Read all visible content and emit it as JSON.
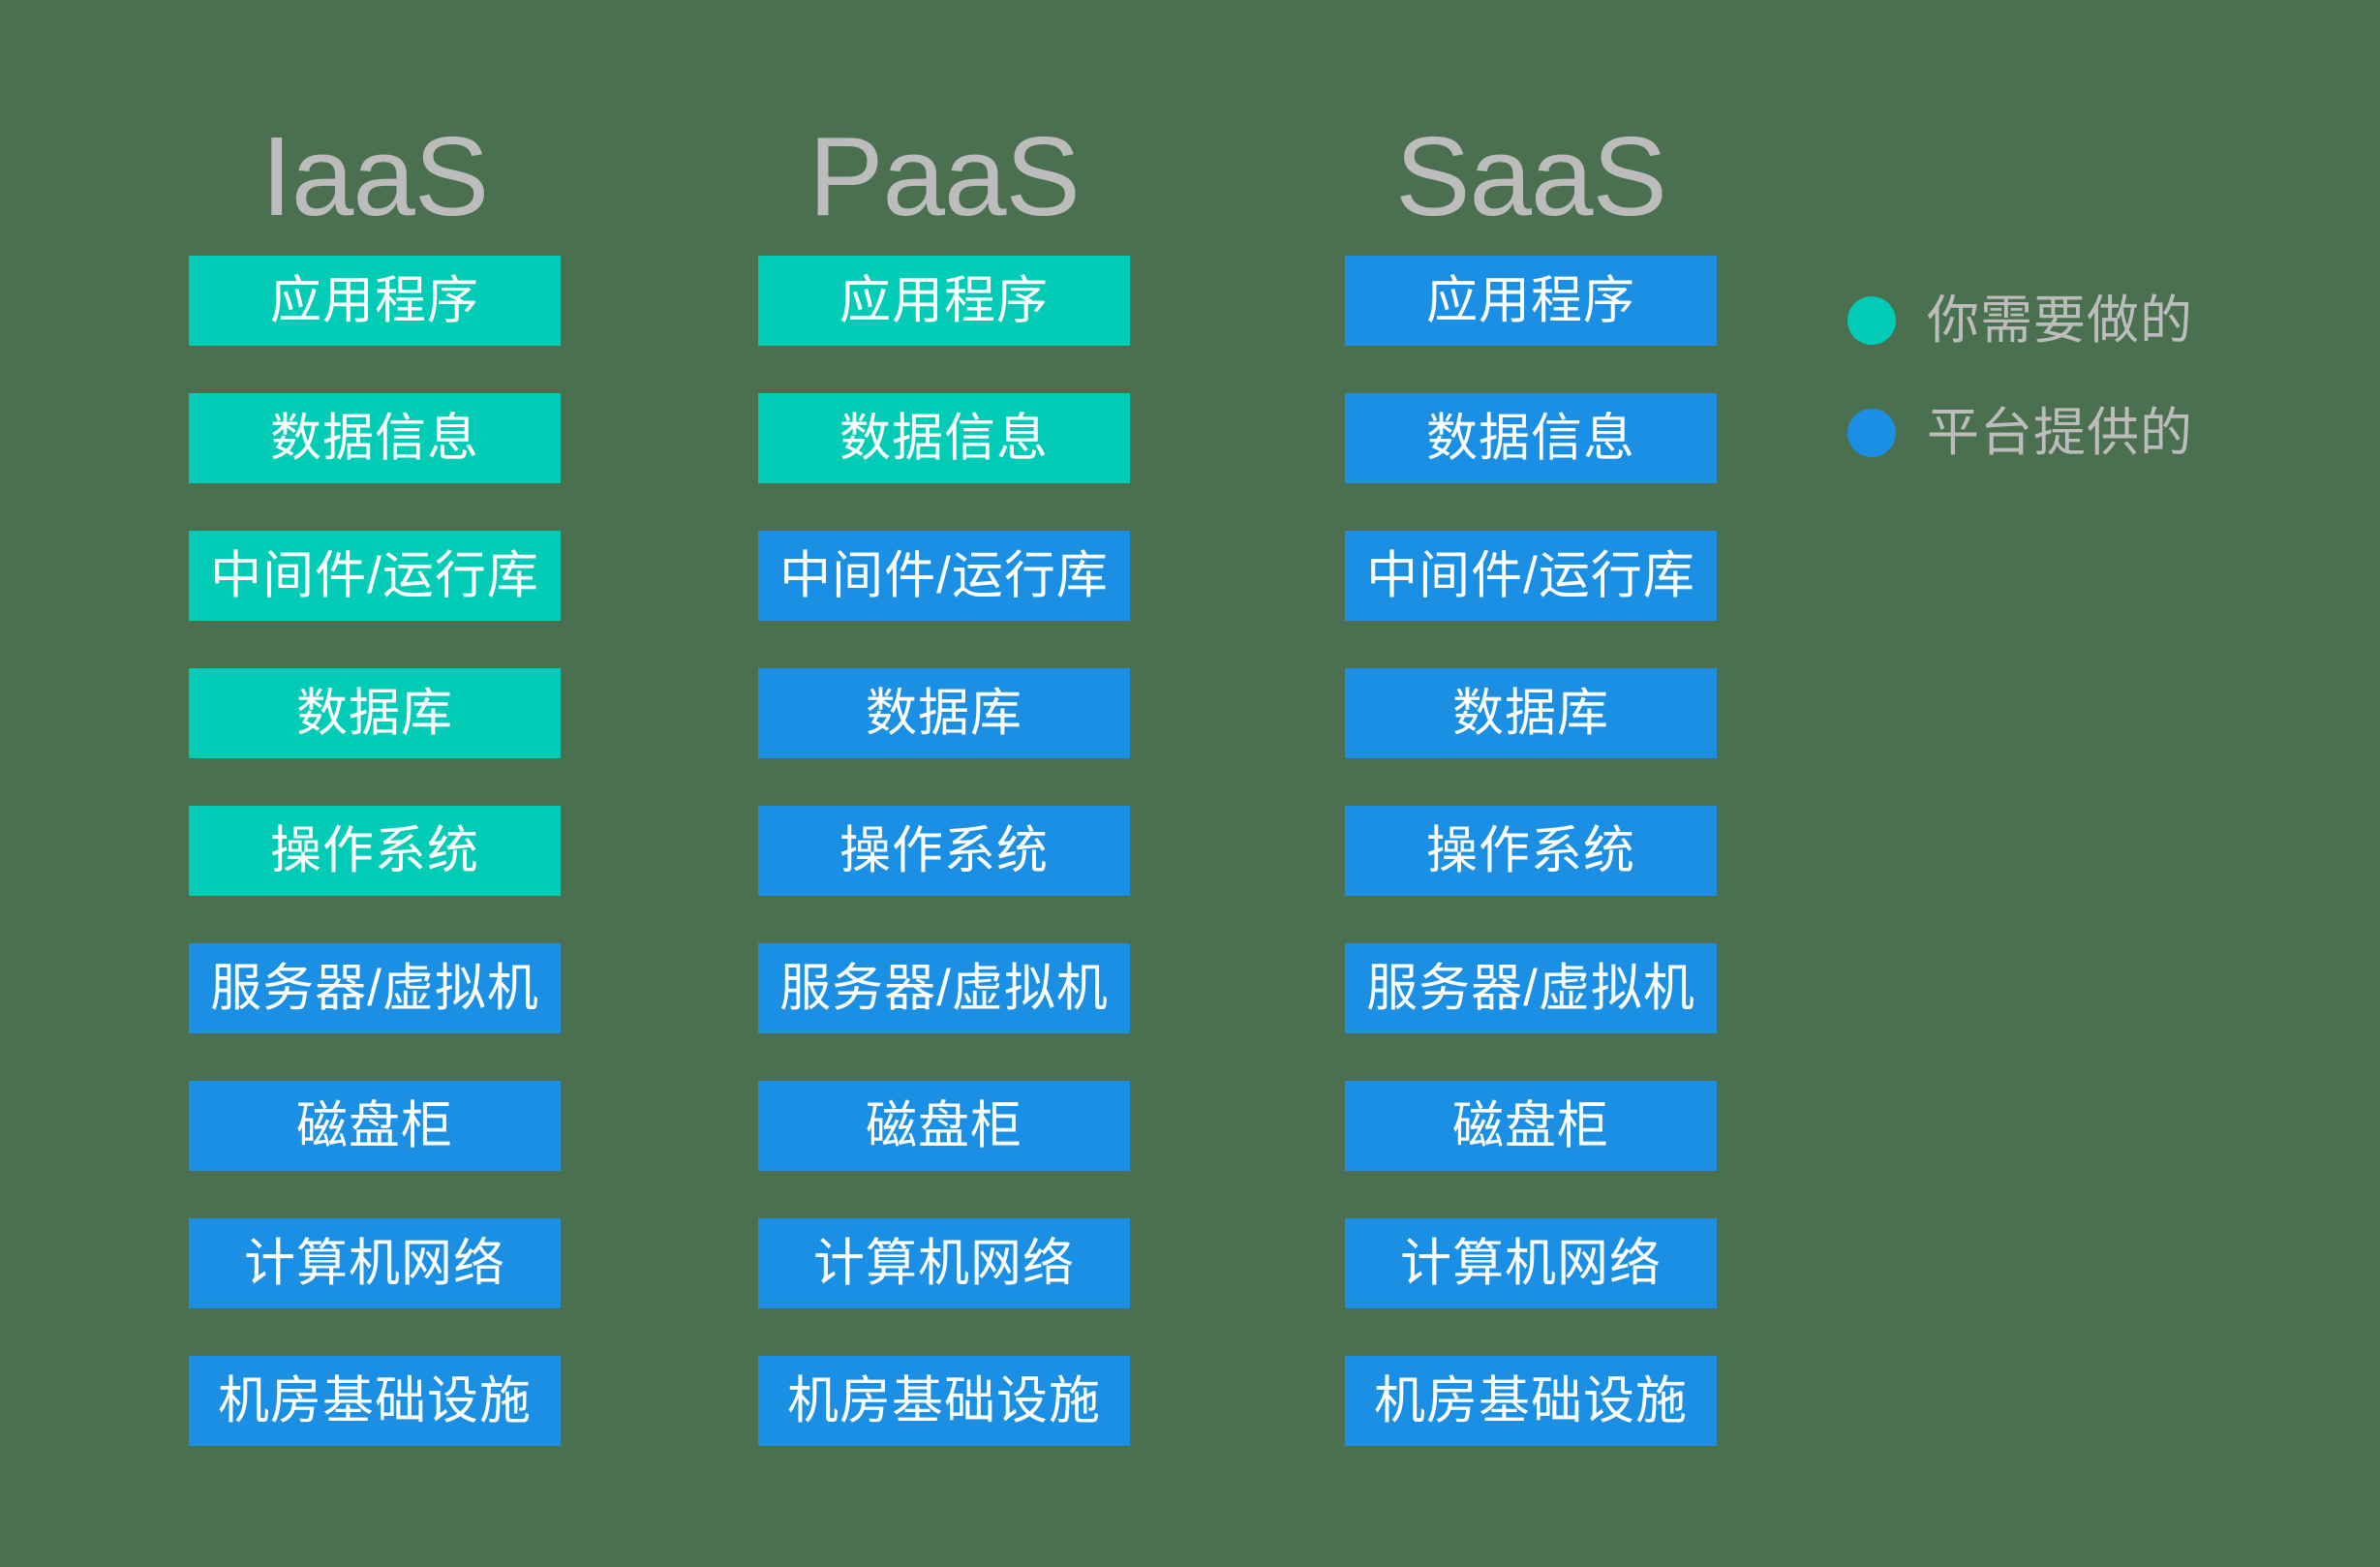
{
  "colors": {
    "background": "#4a7050",
    "customer_managed": "#03ccb6",
    "platform_provided": "#1a8fe3",
    "header_text": "#bcbcbc",
    "layer_text": "#ffffff"
  },
  "columns": [
    {
      "id": "iaas",
      "header": "IaaS",
      "layers": [
        {
          "label": "应用程序",
          "owner": "customer"
        },
        {
          "label": "数据信息",
          "owner": "customer"
        },
        {
          "label": "中间件/运行库",
          "owner": "customer"
        },
        {
          "label": "数据库",
          "owner": "customer"
        },
        {
          "label": "操作系统",
          "owner": "customer"
        },
        {
          "label": "服务器/虚拟机",
          "owner": "platform"
        },
        {
          "label": "磁盘柜",
          "owner": "platform"
        },
        {
          "label": "计算机网络",
          "owner": "platform"
        },
        {
          "label": "机房基础设施",
          "owner": "platform"
        }
      ]
    },
    {
      "id": "paas",
      "header": "PaaS",
      "layers": [
        {
          "label": "应用程序",
          "owner": "customer"
        },
        {
          "label": "数据信息",
          "owner": "customer"
        },
        {
          "label": "中间件/运行库",
          "owner": "platform"
        },
        {
          "label": "数据库",
          "owner": "platform"
        },
        {
          "label": "操作系统",
          "owner": "platform"
        },
        {
          "label": "服务器/虚拟机",
          "owner": "platform"
        },
        {
          "label": "磁盘柜",
          "owner": "platform"
        },
        {
          "label": "计算机网络",
          "owner": "platform"
        },
        {
          "label": "机房基础设施",
          "owner": "platform"
        }
      ]
    },
    {
      "id": "saas",
      "header": "SaaS",
      "layers": [
        {
          "label": "应用程序",
          "owner": "platform"
        },
        {
          "label": "数据信息",
          "owner": "platform"
        },
        {
          "label": "中间件/运行库",
          "owner": "platform"
        },
        {
          "label": "数据库",
          "owner": "platform"
        },
        {
          "label": "操作系统",
          "owner": "platform"
        },
        {
          "label": "服务器/虚拟机",
          "owner": "platform"
        },
        {
          "label": "磁盘柜",
          "owner": "platform"
        },
        {
          "label": "计算机网络",
          "owner": "platform"
        },
        {
          "label": "机房基础设施",
          "owner": "platform"
        }
      ]
    }
  ],
  "legend": {
    "items": [
      {
        "label": "你需要做的",
        "owner": "customer",
        "swatch": "teal-dot-icon"
      },
      {
        "label": "平台提供的",
        "owner": "platform",
        "swatch": "blue-dot-icon"
      }
    ]
  }
}
